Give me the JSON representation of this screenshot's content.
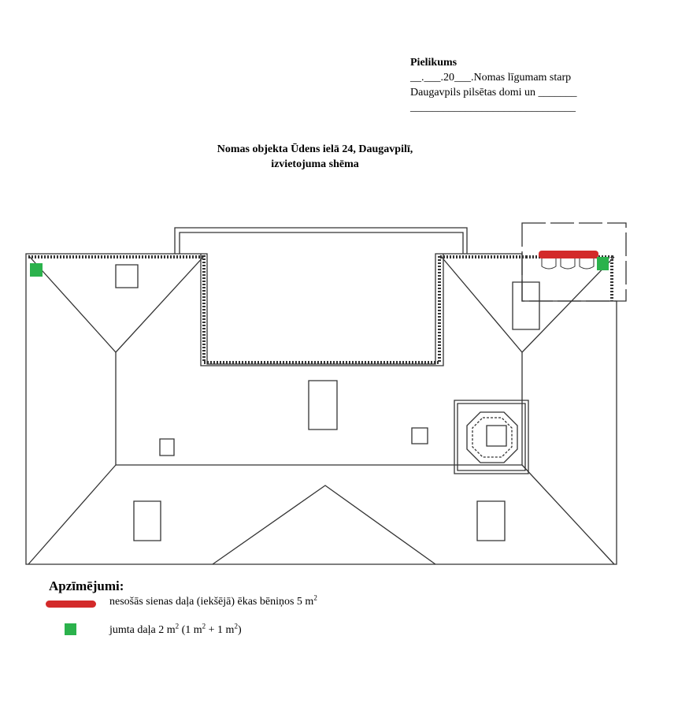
{
  "appendix": {
    "heading": "Pielikums",
    "line1": "__.___.20___.Nomas līgumam starp",
    "line2": "Daugavpils pilsētas domi un _______",
    "line3": "______________________________"
  },
  "title": {
    "line1": "Nomas objekta Ūdens ielā 24, Daugavpilī,",
    "line2": "izvietojuma shēma"
  },
  "legend": {
    "heading": "Apzīmējumi:",
    "items": [
      {
        "text_before": "nesošās sienas daļa (iekšējā) ēkas bēniņos 5 m",
        "sup": "2",
        "text_after": "",
        "color": "#d32a2a"
      },
      {
        "text_before": "jumta daļa 2 m",
        "sup": "2",
        "text_middle": " (1 m",
        "sup2": "2",
        "text_middle2": " + 1 m",
        "sup3": "2",
        "text_after": ")",
        "color": "#2bb24c"
      }
    ]
  },
  "colors": {
    "line": "#333333",
    "highlight_red": "#d32a2a",
    "highlight_green": "#2bb24c"
  }
}
